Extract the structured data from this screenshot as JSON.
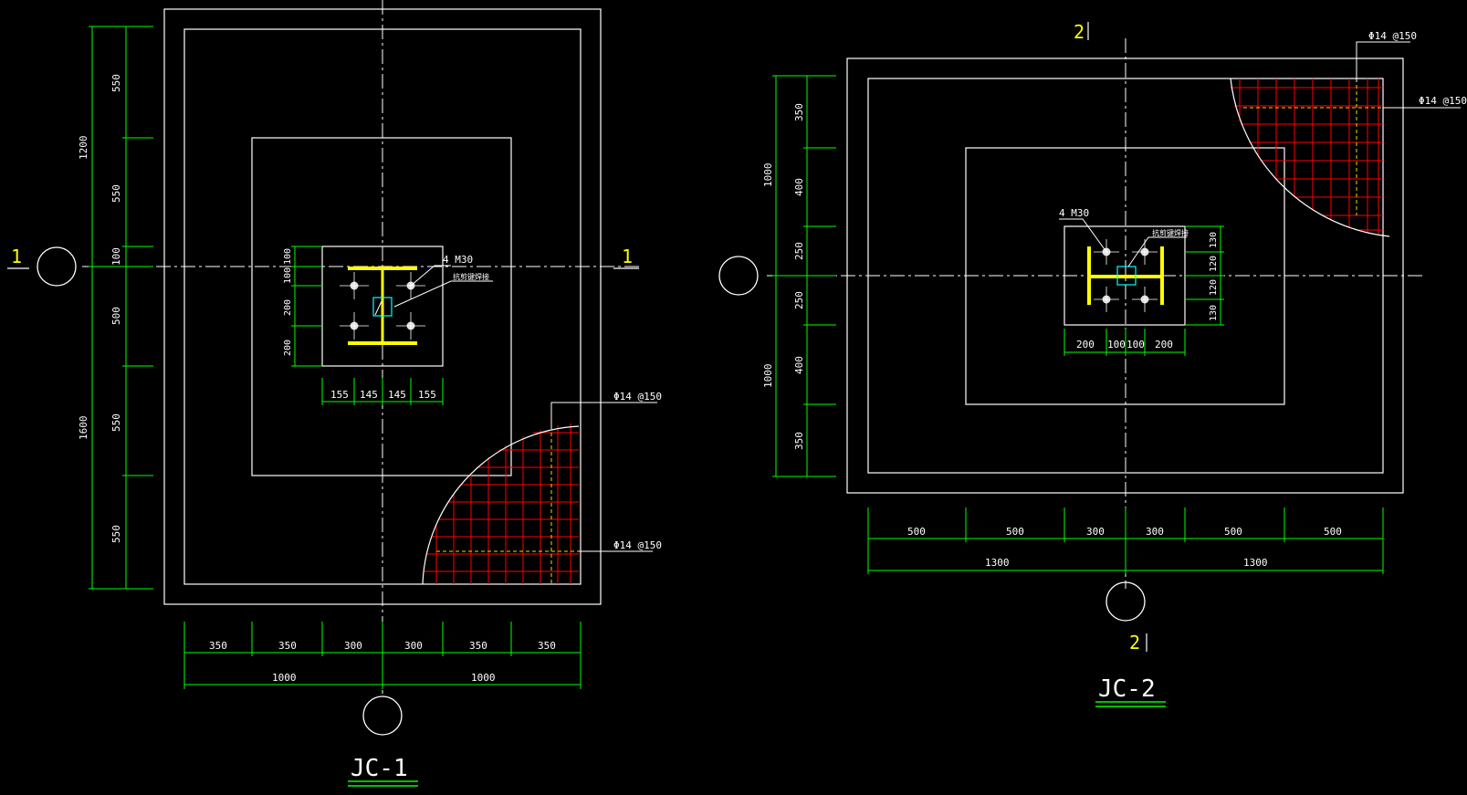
{
  "colors": {
    "background": "#000000",
    "outline": "#ffffff",
    "dimension": "#00ff00",
    "label": "#ffffff",
    "section_mark": "#ffff00",
    "rebar": "#ff0000",
    "steel": "#ffff00",
    "plate": "#00ffff"
  },
  "jc1": {
    "title": "JC-1",
    "section_label_left": "1",
    "section_label_right": "1",
    "bolt_label": "4 M30",
    "shear_key_label": "抗剪键焊接",
    "rebar_label_top": "Φ14 @150",
    "rebar_label_bottom": "Φ14 @150",
    "left_overall": [
      "1200",
      "1600"
    ],
    "left_segments": [
      "550",
      "550",
      "100",
      "500",
      "550",
      "550"
    ],
    "pedestal_vertical": [
      "100",
      "100",
      "200",
      "200"
    ],
    "pedestal_horizontal": [
      "155",
      "145",
      "145",
      "155"
    ],
    "bottom_segments": [
      "350",
      "350",
      "300",
      "300",
      "350",
      "350"
    ],
    "bottom_overall": [
      "1000",
      "1000"
    ]
  },
  "jc2": {
    "title": "JC-2",
    "section_label_top": "2",
    "section_label_bottom": "2",
    "bolt_label": "4 M30",
    "shear_key_label": "抗剪键焊接",
    "rebar_label_top": "Φ14 @150",
    "rebar_label_right": "Φ14 @150",
    "left_overall": [
      "1000",
      "1000"
    ],
    "left_segments": [
      "350",
      "400",
      "250",
      "250",
      "400",
      "350"
    ],
    "pedestal_vertical": [
      "130",
      "120",
      "120",
      "130"
    ],
    "pedestal_horizontal": [
      "200",
      "100",
      "100",
      "200"
    ],
    "bottom_segments": [
      "500",
      "500",
      "300",
      "300",
      "500",
      "500"
    ],
    "bottom_overall": [
      "1300",
      "1300"
    ]
  }
}
